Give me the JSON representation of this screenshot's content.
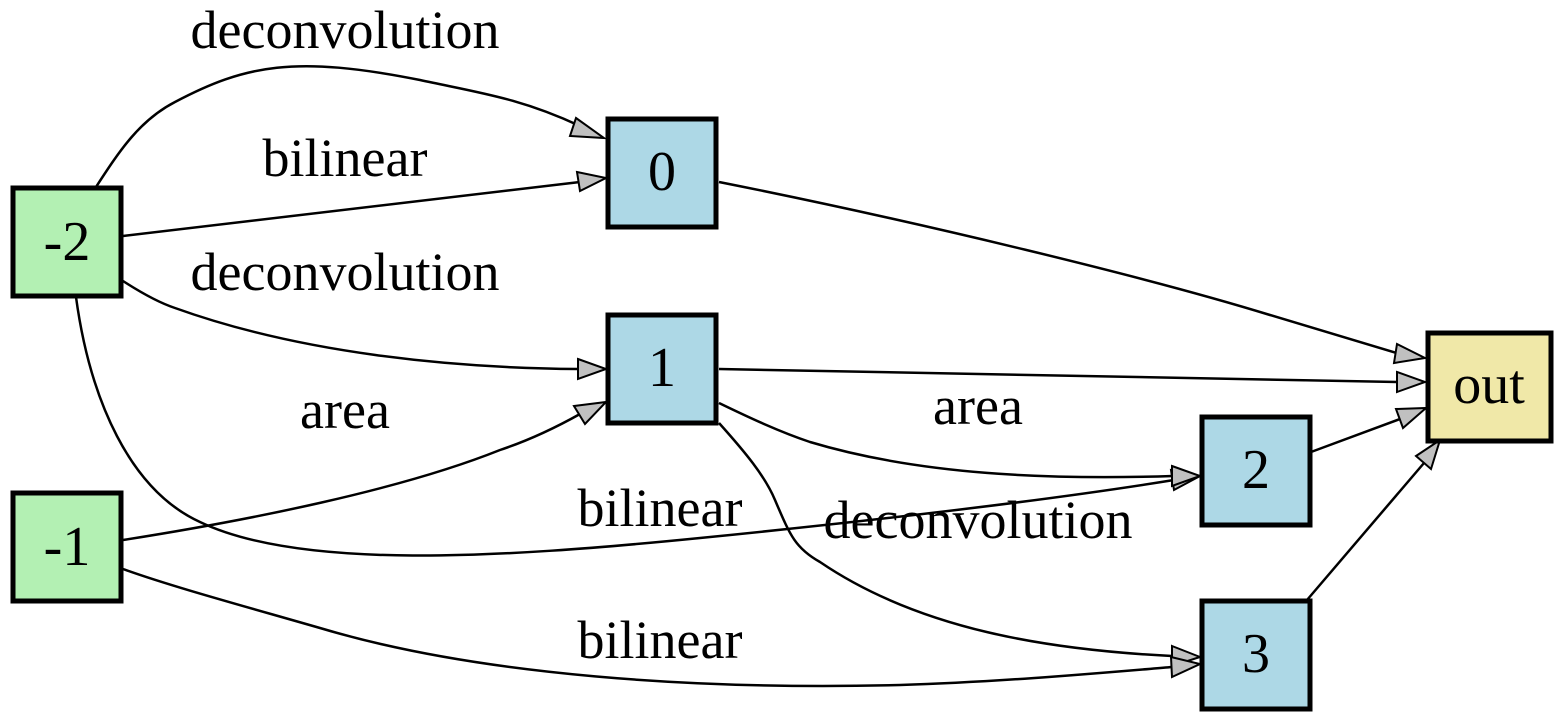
{
  "colors": {
    "input_node": "#b3f0b3",
    "cell_node": "#add8e6",
    "output_node": "#f0e8a8",
    "arrowhead": "#c0c0c0",
    "stroke": "#000000"
  },
  "nodes": {
    "n_m2": "-2",
    "n_m1": "-1",
    "n0": "0",
    "n1": "1",
    "n2": "2",
    "n3": "3",
    "out": "out"
  },
  "edges": [
    {
      "from": "-2",
      "to": "0",
      "label": "deconvolution"
    },
    {
      "from": "-2",
      "to": "0",
      "label": "bilinear"
    },
    {
      "from": "-2",
      "to": "1",
      "label": "deconvolution"
    },
    {
      "from": "-1",
      "to": "1",
      "label": "area"
    },
    {
      "from": "-2",
      "to": "2",
      "label": "bilinear"
    },
    {
      "from": "1",
      "to": "2",
      "label": "area"
    },
    {
      "from": "1",
      "to": "3",
      "label": "deconvolution"
    },
    {
      "from": "-1",
      "to": "3",
      "label": "bilinear"
    },
    {
      "from": "0",
      "to": "out",
      "label": ""
    },
    {
      "from": "1",
      "to": "out",
      "label": ""
    },
    {
      "from": "2",
      "to": "out",
      "label": ""
    },
    {
      "from": "3",
      "to": "out",
      "label": ""
    }
  ]
}
